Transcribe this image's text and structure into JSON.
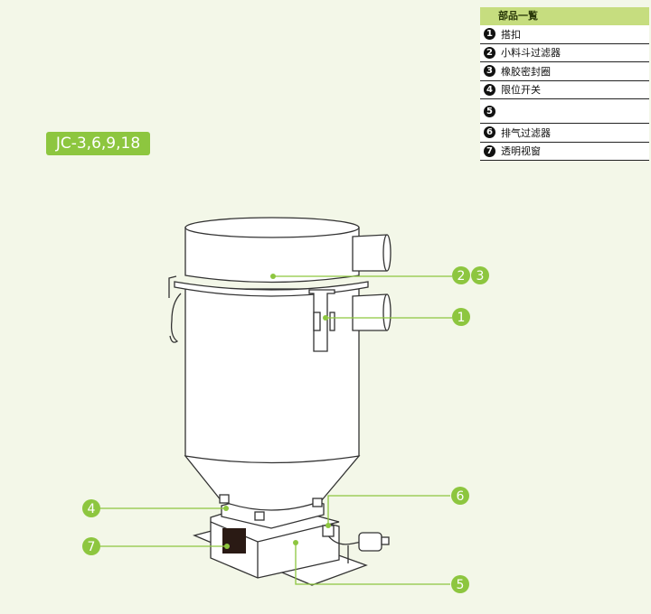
{
  "model_badge": "JC-3,6,9,18",
  "parts_list": {
    "title": "部品一覧",
    "items": [
      {
        "num": "1",
        "label": "搭扣"
      },
      {
        "num": "2",
        "label": "小料斗过滤器"
      },
      {
        "num": "3",
        "label": "橡胶密封圈"
      },
      {
        "num": "4",
        "label": "限位开关"
      },
      {
        "num": "5",
        "label": ""
      },
      {
        "num": "6",
        "label": "排气过滤器"
      },
      {
        "num": "7",
        "label": "透明视窗"
      }
    ]
  },
  "callouts": [
    "2",
    "3",
    "1",
    "4",
    "6",
    "7",
    "5"
  ],
  "colors": {
    "accent": "#8dc63f",
    "header": "#c6dd7f",
    "background": "#f3f7e8"
  }
}
